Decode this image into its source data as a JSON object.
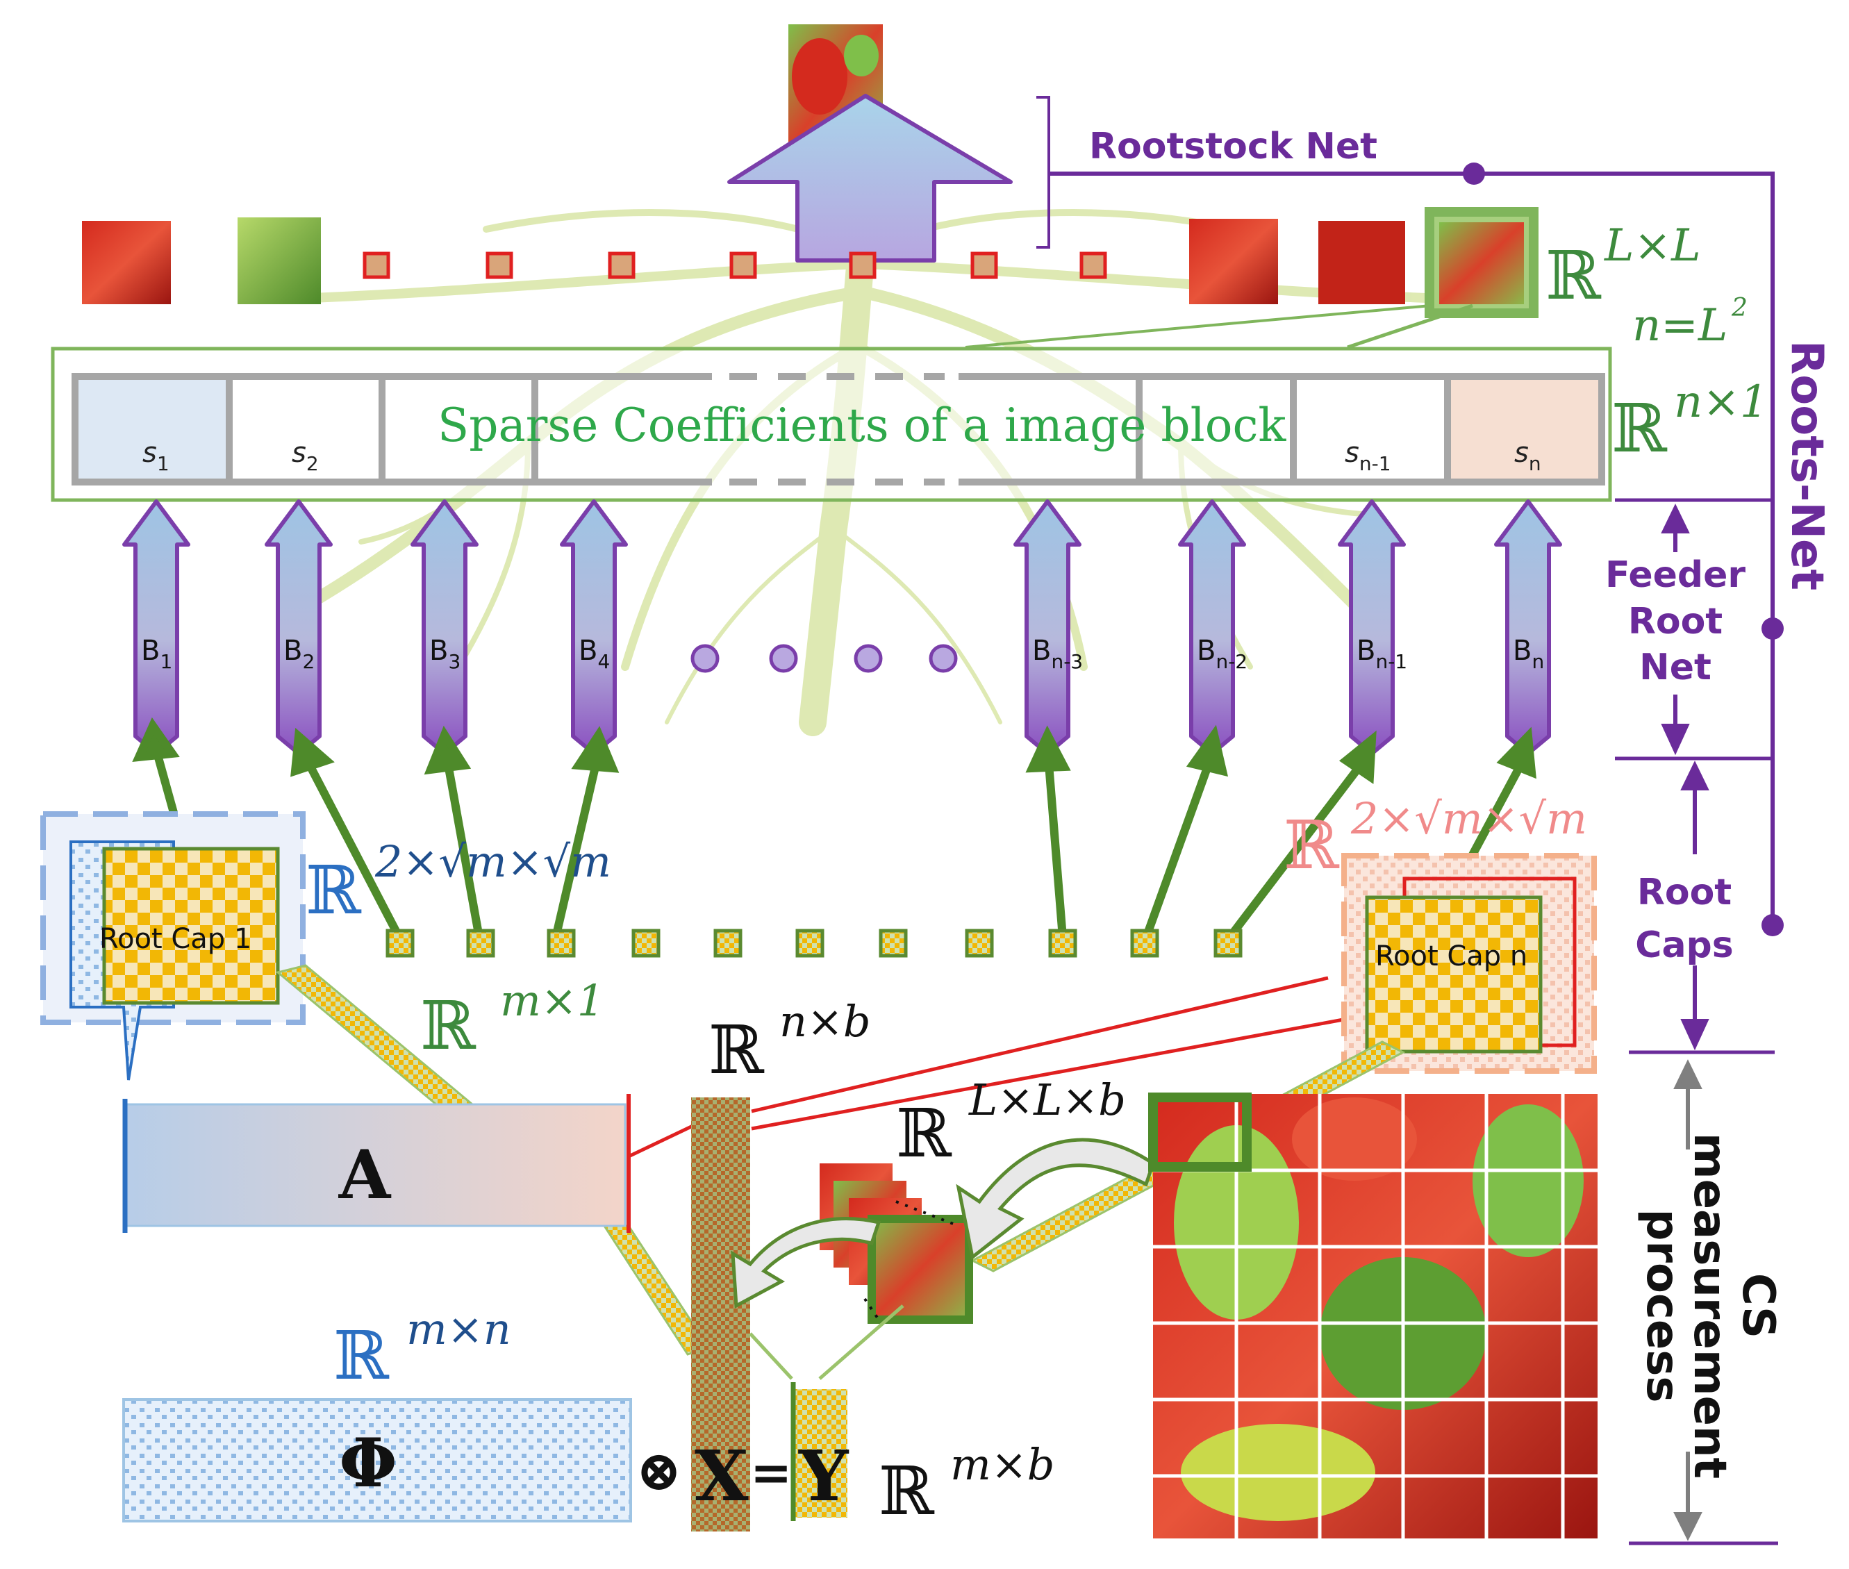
{
  "labels": {
    "rootstock_net": "Rootstock Net",
    "roots_net": "Roots-Net",
    "feeder_root_net": [
      "Feeder",
      "Root",
      "Net"
    ],
    "root_caps": [
      "Root",
      "Caps"
    ],
    "cs_measurement": [
      "CS",
      "measurement",
      "process"
    ]
  },
  "sparse_banner": "Sparse Coefficients of a image block",
  "coefficients": [
    {
      "base": "s",
      "sub": "1"
    },
    {
      "base": "s",
      "sub": "2"
    },
    {
      "base": "s",
      "sub": "n-1"
    },
    {
      "base": "s",
      "sub": "n"
    }
  ],
  "blocks": [
    {
      "base": "B",
      "sub": "1"
    },
    {
      "base": "B",
      "sub": "2"
    },
    {
      "base": "B",
      "sub": "3"
    },
    {
      "base": "B",
      "sub": "4"
    },
    {
      "base": "B",
      "sub": "n-3"
    },
    {
      "base": "B",
      "sub": "n-2"
    },
    {
      "base": "B",
      "sub": "n-1"
    },
    {
      "base": "B",
      "sub": "n"
    }
  ],
  "root_cap_1": "Root Cap 1",
  "root_cap_n": "Root Cap n",
  "math": {
    "R": "ℝ",
    "LxL": "L×L",
    "n_eq": "n=L",
    "n_eq_sup": "2",
    "nx1": "n×1",
    "two_sqrt_m_left": "2×√m×√m",
    "two_sqrt_m_right": "2×√m×√m",
    "mx1": "m×1",
    "nxb": "n×b",
    "LxLxb": "L×L×b",
    "mxn": "m×n",
    "mxb": "m×b",
    "A": "A",
    "Phi": "Φ",
    "equation": [
      "⊗",
      "X",
      "=",
      "Y"
    ]
  },
  "colors": {
    "purple": "#6a2b9a",
    "green": "#5a8a30",
    "blue_dark": "#1f4e8c",
    "salmon": "#e88080",
    "red": "#e02020"
  }
}
